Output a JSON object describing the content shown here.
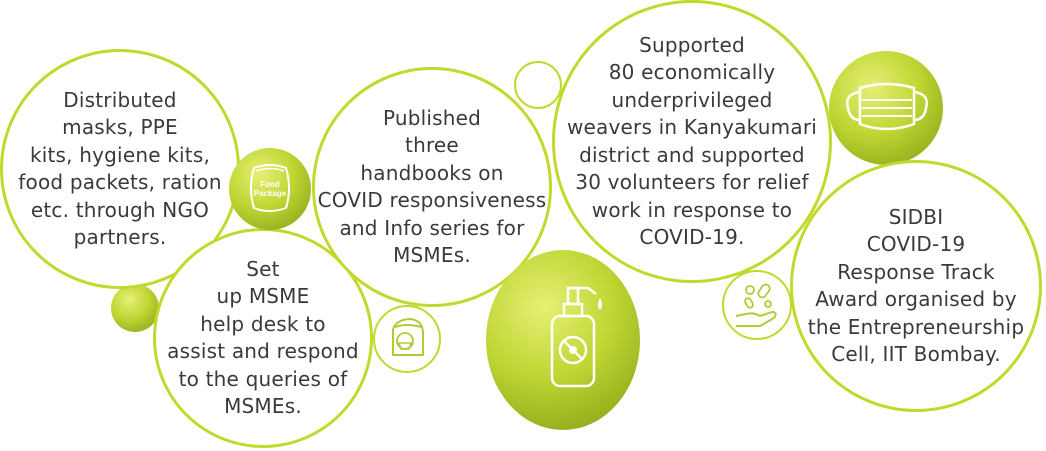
{
  "bubbles": [
    {
      "lines": [
        "Distributed",
        "masks, PPE",
        "kits, hygiene kits,",
        "food packets, ration",
        "etc. through NGO",
        "partners."
      ]
    },
    {
      "lines": [
        "Published",
        "three",
        "handbooks on",
        "COVID responsiveness",
        "and Info series for",
        "MSMEs."
      ]
    },
    {
      "lines": [
        "Supported",
        "80 economically",
        "underprivileged",
        "weavers in Kanyakumari",
        "district and supported",
        "30 volunteers for relief",
        "work in response to",
        "COVID-19."
      ]
    },
    {
      "lines": [
        "Set",
        "up MSME",
        "help desk to",
        "assist and respond",
        "to the queries of",
        "MSMEs."
      ]
    },
    {
      "lines": [
        "SIDBI",
        "COVID-19",
        "Response Track",
        "Award organised by",
        "the Entrepreneurship",
        "Cell, IIT Bombay."
      ]
    }
  ],
  "icons": {
    "food_package_line1": "Food",
    "food_package_line2": "Package",
    "food_package": "food-package-icon",
    "face_shield": "face-shield-icon",
    "sanitizer": "sanitizer-icon",
    "mask": "face-mask-icon",
    "medicine_hand": "medicine-hand-icon"
  },
  "colors": {
    "accent": "#c2d82c",
    "accent_dark": "#7f9b12",
    "text": "#3a3a3a"
  }
}
